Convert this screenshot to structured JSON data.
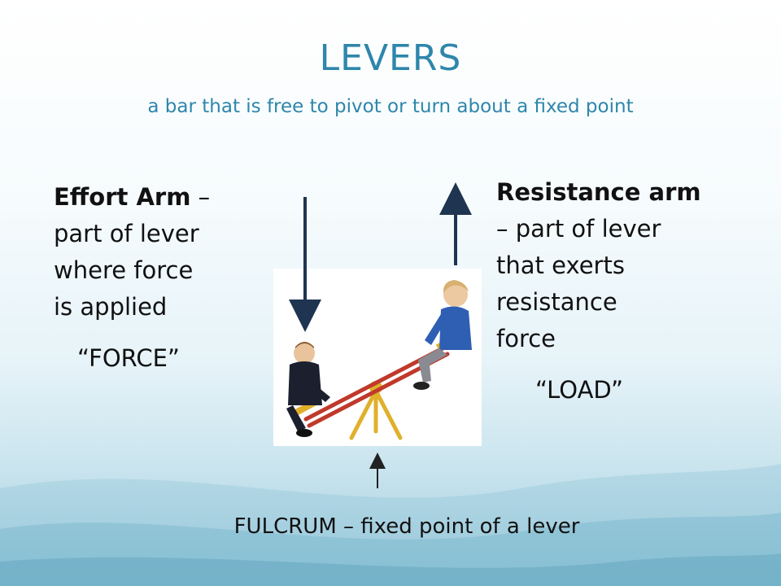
{
  "slide": {
    "title": "LEVERS",
    "subtitle": "a bar that is free to pivot or turn about a fixed point",
    "effort": {
      "term": "Effort Arm",
      "dash": " –",
      "lines": [
        "part of lever",
        "where force",
        "is applied"
      ],
      "quote": "“FORCE”"
    },
    "resistance": {
      "term": "Resistance arm",
      "lines": [
        "– part of lever",
        "that exerts",
        "resistance",
        "force"
      ],
      "quote": "“LOAD”"
    },
    "fulcrum": "FULCRUM – fixed point of a lever"
  },
  "colors": {
    "title": "#2e86ab",
    "arrow": "#1f3450",
    "seesaw_bar": "#c0392b",
    "seesaw_stand": "#e0b02a"
  },
  "illustration": {
    "icon": "seesaw-children-photo"
  }
}
